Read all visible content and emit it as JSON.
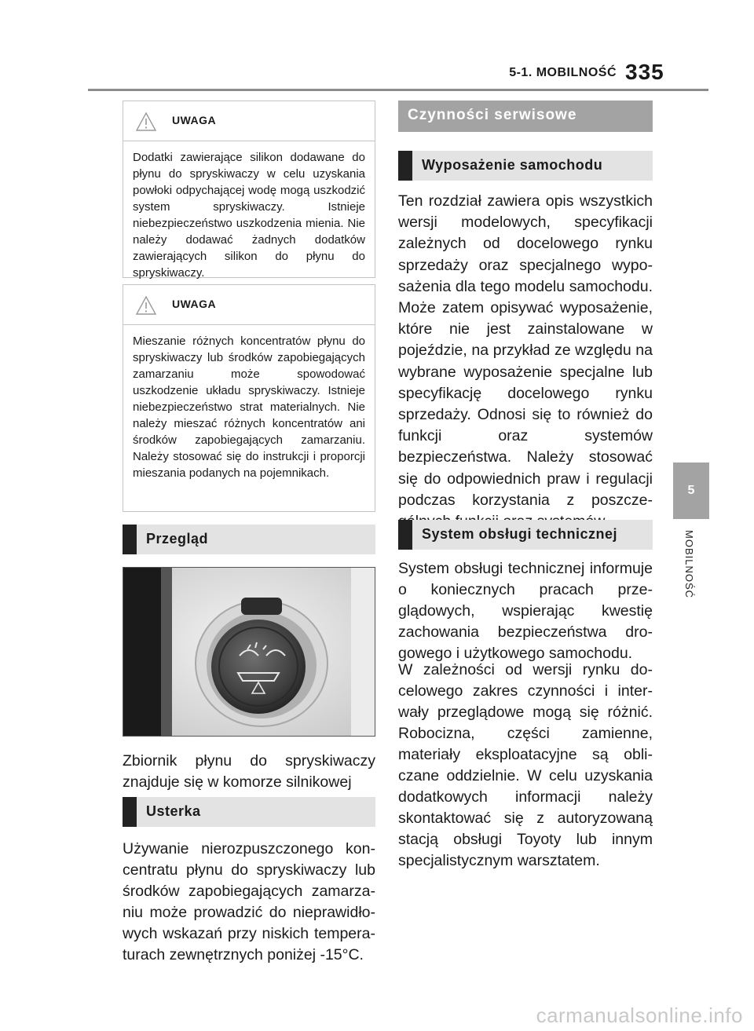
{
  "header": {
    "section": "5-1. MOBILNOŚĆ",
    "page_number": "335"
  },
  "side_tab": {
    "chapter_number": "5",
    "chapter_label": "MOBILNOŚĆ"
  },
  "left_column": {
    "warning1": {
      "title": "UWAGA",
      "text": "Dodatki zawierające silikon dodawa­ne do płynu do spryskiwaczy w celu uzyskania powłoki odpychającej wo­dę mogą uszkodzić system spryski­waczy. Istnieje niebezpieczeństwo uszkodzenia mienia. Nie należy do­dawać żadnych dodatków zawierają­cych silikon do płynu do spryskiwaczy."
    },
    "warning2": {
      "title": "UWAGA",
      "text": "Mieszanie różnych koncentratów płynu do spryskiwaczy lub środków zapobiegających zamarzaniu może spowodować uszkodzenie układu spryskiwaczy. Istnieje niebezpie­czeństwo strat materialnych. Nie należy mieszać różnych koncentra­tów ani środków zapobiegających zamarzaniu. Należy stosować się do instrukcji i proporcji mieszania podanych na pojemnikach."
    },
    "section_overview": "Przegląd",
    "photo_caption": "Zbiornik płynu do spryskiwaczy znajduje się w komorze silnikowej",
    "section_fault": "Usterka",
    "fault_text": "Używanie nierozpuszczonego kon­centratu płynu do spryskiwaczy lub środków zapobiegających zamarza­niu może prowadzić do nieprawidło­wych wskazań przy niskich tempera­turach zewnętrznych poniżej -15°C."
  },
  "right_column": {
    "chapter_heading": "Czynności serwisowe",
    "section_equipment": "Wyposażenie samochodu",
    "equipment_text": "Ten rozdział zawiera opis wszyst­kich wersji modelowych, specyfika­cji zależnych od docelowego rynku sprzedaży oraz specjalnego wypo­sażenia dla tego modelu samocho­du. Może zatem opisywać wyposa­żenie, które nie jest zainstalowane w pojeździe, na przykład ze względu na wybrane wyposażenie specjal­ne lub specyfikację docelowego rynku sprzedaży. Odnosi się to również do funkcji oraz systemów bezpieczeństwa. Należy stosować się do odpowiednich praw i regula­cji podczas korzystania z poszcze­gólnych funkcji oraz systemów.",
    "section_service": "System obsługi technicznej",
    "service_text1": "System obsługi technicznej infor­muje o koniecznych pracach prze­glądowych, wspierając kwestię zachowania bezpieczeństwa dro­gowego i użytkowego samochodu.",
    "service_text2": "W zależności od wersji rynku do­celowego zakres czynności i inter­wały przeglądowe mogą się róż­nić. Robocizna, części zamienne, materiały eksploatacyjne są obli­czane oddzielnie. W celu uzyska­nia dodatkowych informacji należy skontaktować się z autoryzowaną stacją obsługi Toyoty lub innym specjalistycznym warsztatem."
  },
  "footer": {
    "watermark": "carmanualsonline.info"
  }
}
